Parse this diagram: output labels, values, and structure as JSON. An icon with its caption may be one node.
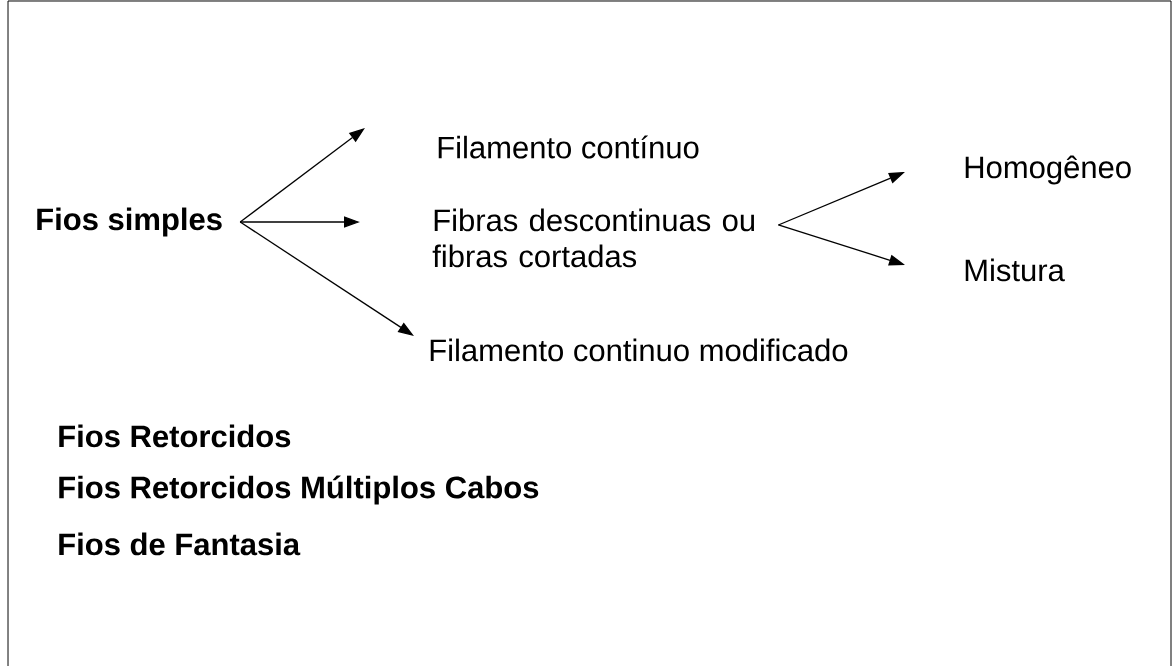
{
  "diagram": {
    "nodes": [
      {
        "text": [
          "Fios simples"
        ]
      },
      {
        "text": [
          "Filamento contínuo"
        ]
      },
      {
        "text": [
          "Fibras descontinuas ou fibras cortadas"
        ]
      },
      {
        "text": [
          "Filamento continuo modificado"
        ]
      },
      {
        "text": [
          "Homogêneo"
        ]
      },
      {
        "text": [
          "Mistura"
        ]
      }
    ],
    "edges": [
      {
        "from": 0,
        "to": 1,
        "arrow": "to"
      },
      {
        "from": 0,
        "to": 2,
        "arrow": "to"
      },
      {
        "from": 0,
        "to": 3,
        "arrow": "to"
      },
      {
        "from": 2,
        "to": 4,
        "arrow": "to"
      },
      {
        "from": 2,
        "to": 5,
        "arrow": "to"
      }
    ],
    "labels": [
      "Fios Retorcidos",
      "Fios Retorcidos Múltiplos Cabos",
      "Fios de Fantasia"
    ]
  }
}
